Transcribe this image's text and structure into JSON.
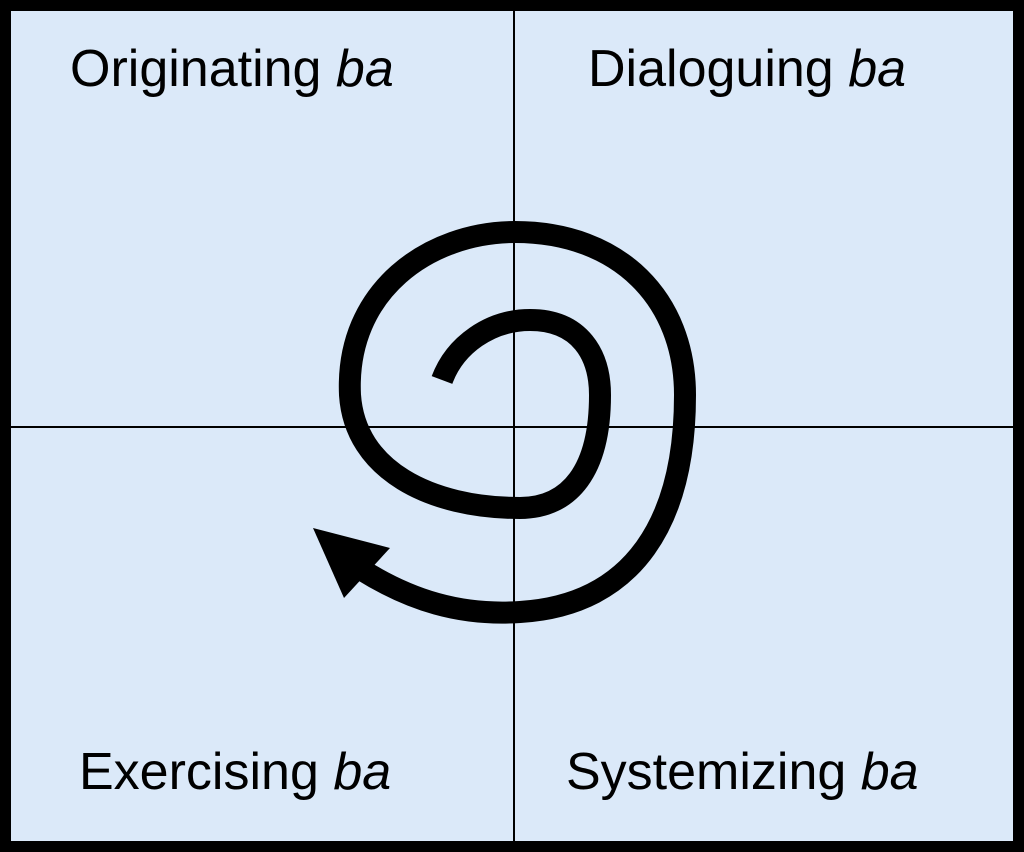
{
  "quadrants": {
    "top_left": {
      "name": "Originating",
      "suffix": "ba"
    },
    "top_right": {
      "name": "Dialoguing",
      "suffix": "ba"
    },
    "bottom_left": {
      "name": "Exercising",
      "suffix": "ba"
    },
    "bottom_right": {
      "name": "Systemizing",
      "suffix": "ba"
    }
  },
  "colors": {
    "background": "#dbe9f9",
    "lines": "#000000"
  },
  "icons": {
    "spiral": "spiral-arrow-icon"
  }
}
